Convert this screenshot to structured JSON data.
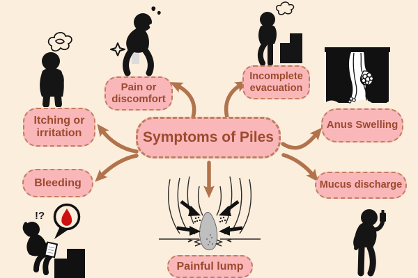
{
  "diagram": {
    "title": "Symptoms of Piles",
    "symptoms": [
      {
        "id": "itching",
        "label": "Itching or irritation"
      },
      {
        "id": "pain",
        "label": "Pain or discomfort"
      },
      {
        "id": "incomplete",
        "label": "Incomplete evacuation"
      },
      {
        "id": "anus-swelling",
        "label": "Anus Swelling"
      },
      {
        "id": "mucus",
        "label": "Mucus discharge"
      },
      {
        "id": "bleeding",
        "label": "Bleeding"
      },
      {
        "id": "painful-lump",
        "label": "Painful lump"
      }
    ],
    "annotations": {
      "bleeding_exclamation": "!?"
    },
    "illustrations": [
      "person-itching-confused",
      "person-pain-discomfort",
      "person-beside-toilet-incomplete",
      "anus-swelling-cross-section",
      "person-holding-bottle-mucus",
      "person-on-toilet-bleeding-blood-drop",
      "painful-lump-anatomy-diagram"
    ],
    "colors": {
      "background": "#FCEEDD",
      "node_fill": "#F9B7BA",
      "node_border": "#C07E5C",
      "node_text": "#9C4A2E",
      "arrow": "#B1734C",
      "illustration": "#151515",
      "blood": "#CC1111"
    }
  }
}
